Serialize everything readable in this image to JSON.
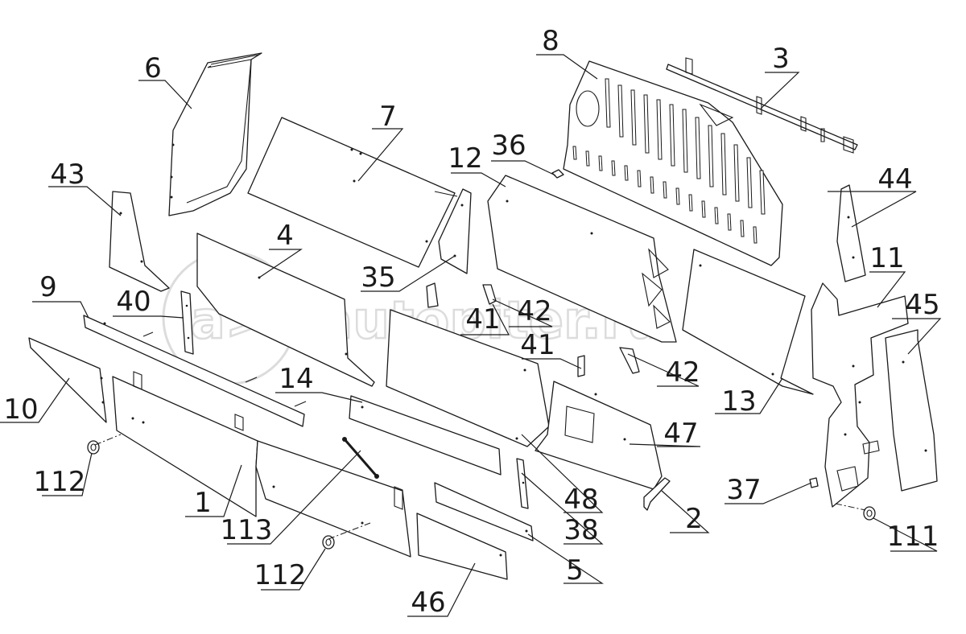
{
  "watermark": {
    "text": "autopiter.ru",
    "logo_text": "a>"
  },
  "callouts": {
    "c1": "1",
    "c2": "2",
    "c3": "3",
    "c4": "4",
    "c5": "5",
    "c6": "6",
    "c7": "7",
    "c8": "8",
    "c9": "9",
    "c10": "10",
    "c11": "11",
    "c12": "12",
    "c13": "13",
    "c14": "14",
    "c35": "35",
    "c36": "36",
    "c37": "37",
    "c38": "38",
    "c40": "40",
    "c41a": "41",
    "c41b": "41",
    "c42a": "42",
    "c42b": "42",
    "c43": "43",
    "c44": "44",
    "c45": "45",
    "c46": "46",
    "c47": "47",
    "c48": "48",
    "c111": "111",
    "c112a": "112",
    "c112b": "112",
    "c113": "113"
  }
}
